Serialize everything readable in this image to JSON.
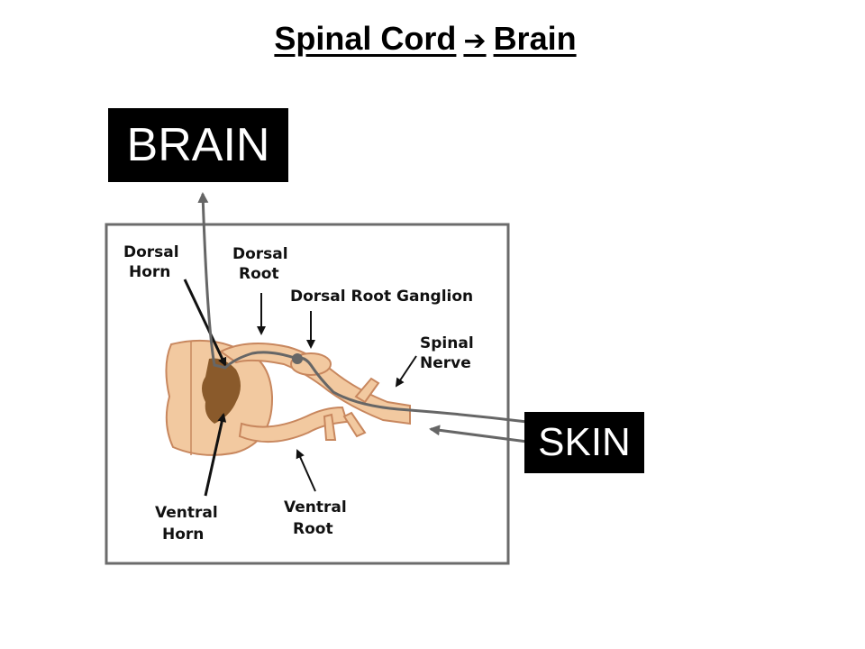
{
  "title": {
    "left": "Spinal Cord",
    "arrow": "➔",
    "right": "Brain"
  },
  "brain_label": "BRAIN",
  "skin_label": "SKIN",
  "diagram": {
    "dorsal_horn": [
      "Dorsal",
      "Horn"
    ],
    "dorsal_root": [
      "Dorsal",
      "Root"
    ],
    "dorsal_root_ganglion": "Dorsal Root Ganglion",
    "spinal_nerve": [
      "Spinal",
      "Nerve"
    ],
    "ventral_horn": [
      "Ventral",
      "Horn"
    ],
    "ventral_root": [
      "Ventral",
      "Root"
    ]
  },
  "colors": {
    "tissue": "#f2c9a0",
    "tissue_outline": "#c8875e",
    "grey_matter": "#8a5a2b",
    "pathway": "#666666",
    "box": "#000000"
  }
}
